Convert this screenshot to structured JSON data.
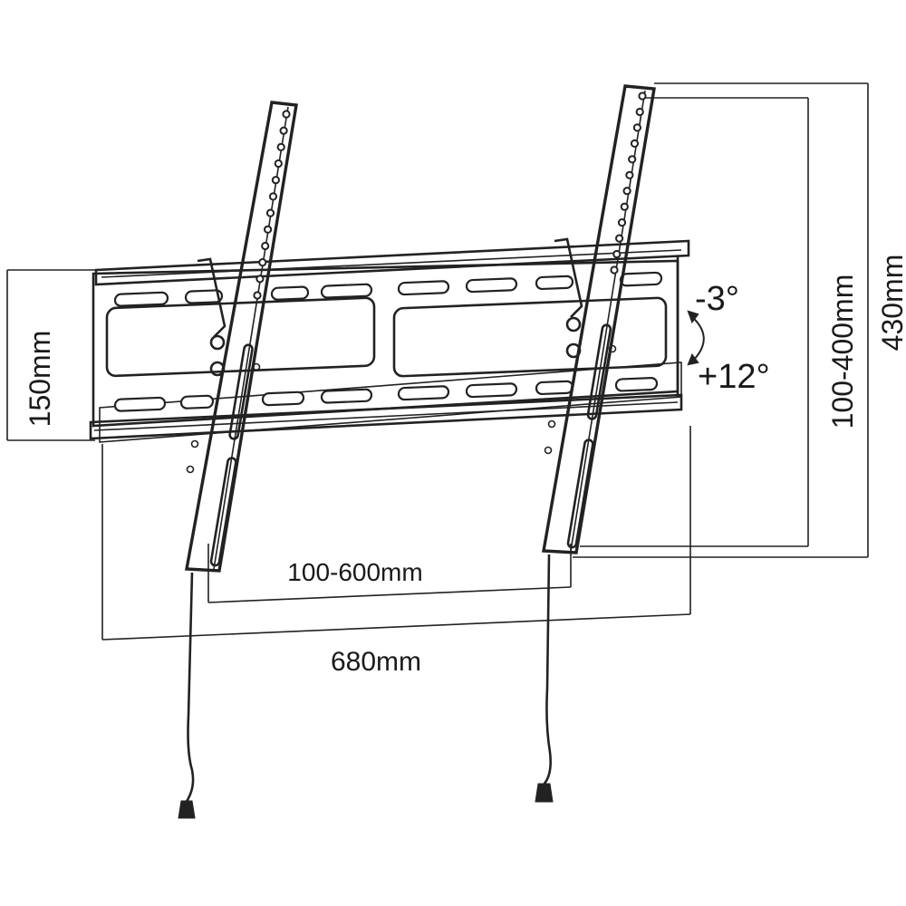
{
  "diagram": {
    "labels": {
      "height_left": "150mm",
      "vesa_horizontal": "100-600mm",
      "overall_width": "680mm",
      "vesa_vertical": "100-400mm",
      "overall_height": "430mm",
      "tilt_up": "-3°",
      "tilt_down": "+12°"
    },
    "colors": {
      "line": "#222222",
      "background": "#ffffff"
    }
  }
}
